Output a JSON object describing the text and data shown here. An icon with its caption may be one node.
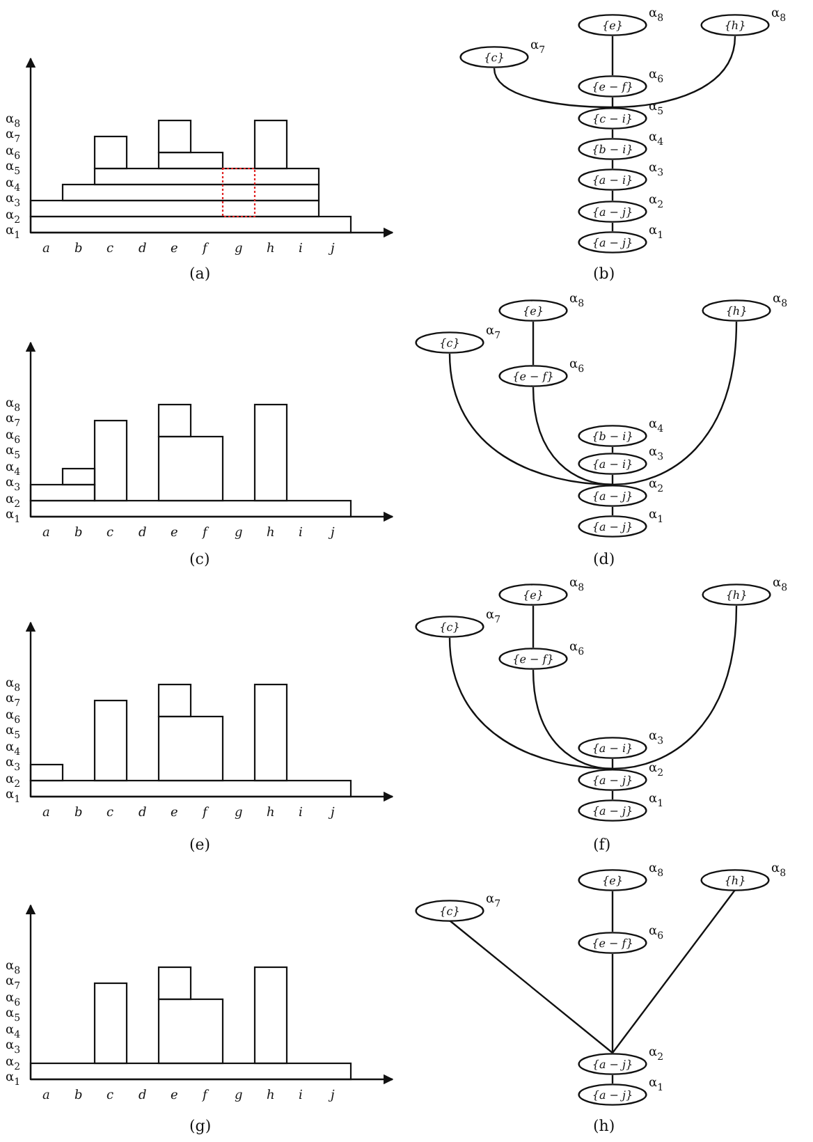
{
  "diagram": {
    "nodes": [
      {
        "text": [
          "{e}"
        ],
        "beside": [
          "α$_{8}$"
        ]
      },
      {
        "text": [
          "{h}"
        ],
        "beside": [
          "α$_{8}$"
        ]
      },
      {
        "text": [
          "{c}"
        ],
        "beside": [
          "α$_{7}$"
        ]
      },
      {
        "text": [
          "{e − f}"
        ],
        "beside": [
          "α$_{6}$"
        ]
      },
      {
        "text": [
          "{c − i}"
        ],
        "beside": [
          "α$_{5}$"
        ]
      },
      {
        "text": [
          "{b − i}"
        ],
        "beside": [
          "α$_{4}$"
        ]
      },
      {
        "text": [
          "{a − i}"
        ],
        "beside": [
          "α$_{3}$"
        ]
      },
      {
        "text": [
          "{a − j}"
        ],
        "beside": [
          "α$_{2}$"
        ]
      },
      {
        "text": [
          "{a − j}"
        ],
        "beside": [
          "α$_{1}$"
        ]
      },
      {
        "text": [
          "{e}"
        ],
        "beside": [
          "α$_{8}$"
        ]
      },
      {
        "text": [
          "{h}"
        ],
        "beside": [
          "α$_{8}$"
        ]
      },
      {
        "text": [
          "{c}"
        ],
        "beside": [
          "α$_{7}$"
        ]
      },
      {
        "text": [
          "{e − f}"
        ],
        "beside": [
          "α$_{6}$"
        ]
      },
      {
        "text": [
          "{b − i}"
        ],
        "beside": [
          "α$_{4}$"
        ]
      },
      {
        "text": [
          "{a − i}"
        ],
        "beside": [
          "α$_{3}$"
        ]
      },
      {
        "text": [
          "{a − j}"
        ],
        "beside": [
          "α$_{2}$"
        ]
      },
      {
        "text": [
          "{a − j}"
        ],
        "beside": [
          "α$_{1}$"
        ]
      },
      {
        "text": [
          "{e}"
        ],
        "beside": [
          "α$_{8}$"
        ]
      },
      {
        "text": [
          "{h}"
        ],
        "beside": [
          "α$_{8}$"
        ]
      },
      {
        "text": [
          "{c}"
        ],
        "beside": [
          "α$_{7}$"
        ]
      },
      {
        "text": [
          "{e − f}"
        ],
        "beside": [
          "α$_{6}$"
        ]
      },
      {
        "text": [
          "{a − i}"
        ],
        "beside": [
          "α$_{3}$"
        ]
      },
      {
        "text": [
          "{a − j}"
        ],
        "beside": [
          "α$_{2}$"
        ]
      },
      {
        "text": [
          "{a − j}"
        ],
        "beside": [
          "α$_{1}$"
        ]
      },
      {
        "text": [
          "{e}"
        ],
        "beside": [
          "α$_{8}$"
        ]
      },
      {
        "text": [
          "{h}"
        ],
        "beside": [
          "α$_{8}$"
        ]
      },
      {
        "text": [
          "{c}"
        ],
        "beside": [
          "α$_{7}$"
        ]
      },
      {
        "text": [
          "{e − f}"
        ],
        "beside": [
          "α$_{6}$"
        ]
      },
      {
        "text": [
          "{a − j}"
        ],
        "beside": [
          "α$_{2}$"
        ]
      },
      {
        "text": [
          "{a − j}"
        ],
        "beside": [
          "α$_{1}$"
        ]
      }
    ],
    "edges": [
      {
        "from": 0,
        "to": 3,
        "arrow": "none"
      },
      {
        "from": 3,
        "to": 4,
        "arrow": "none"
      },
      {
        "from": 2,
        "to": 4,
        "arrow": "none"
      },
      {
        "from": 1,
        "to": 4,
        "arrow": "none"
      },
      {
        "from": 4,
        "to": 5,
        "arrow": "none"
      },
      {
        "from": 5,
        "to": 6,
        "arrow": "none"
      },
      {
        "from": 6,
        "to": 7,
        "arrow": "none"
      },
      {
        "from": 7,
        "to": 8,
        "arrow": "none"
      },
      {
        "from": 9,
        "to": 12,
        "arrow": "none"
      },
      {
        "from": 11,
        "to": 15,
        "arrow": "none"
      },
      {
        "from": 12,
        "to": 15,
        "arrow": "none"
      },
      {
        "from": 10,
        "to": 15,
        "arrow": "none"
      },
      {
        "from": 13,
        "to": 14,
        "arrow": "none"
      },
      {
        "from": 14,
        "to": 15,
        "arrow": "none"
      },
      {
        "from": 15,
        "to": 16,
        "arrow": "none"
      },
      {
        "from": 17,
        "to": 20,
        "arrow": "none"
      },
      {
        "from": 19,
        "to": 22,
        "arrow": "none"
      },
      {
        "from": 20,
        "to": 22,
        "arrow": "none"
      },
      {
        "from": 18,
        "to": 22,
        "arrow": "none"
      },
      {
        "from": 21,
        "to": 22,
        "arrow": "none"
      },
      {
        "from": 22,
        "to": 23,
        "arrow": "none"
      },
      {
        "from": 24,
        "to": 27,
        "arrow": "none"
      },
      {
        "from": 26,
        "to": 28,
        "arrow": "none"
      },
      {
        "from": 27,
        "to": 28,
        "arrow": "none"
      },
      {
        "from": 25,
        "to": 28,
        "arrow": "none"
      },
      {
        "from": 28,
        "to": 29,
        "arrow": "none"
      }
    ],
    "labels": [
      "α$_{8}$",
      "α$_{7}$",
      "α$_{6}$",
      "α$_{5}$",
      "α$_{4}$",
      "α$_{3}$",
      "α$_{2}$",
      "α$_{1}$",
      "a",
      "b",
      "c",
      "d",
      "e",
      "f",
      "g",
      "h",
      "i",
      "j",
      "(a)",
      "(b)",
      "α$_{8}$",
      "α$_{7}$",
      "α$_{6}$",
      "α$_{5}$",
      "α$_{4}$",
      "α$_{3}$",
      "α$_{2}$",
      "α$_{1}$",
      "a",
      "b",
      "c",
      "d",
      "e",
      "f",
      "g",
      "h",
      "i",
      "j",
      "(c)",
      "(d)",
      "α$_{8}$",
      "α$_{7}$",
      "α$_{6}$",
      "α$_{5}$",
      "α$_{4}$",
      "α$_{3}$",
      "α$_{2}$",
      "α$_{1}$",
      "a",
      "b",
      "c",
      "d",
      "e",
      "f",
      "g",
      "h",
      "i",
      "j",
      "(e)",
      "(f)",
      "α$_{8}$",
      "α$_{7}$",
      "α$_{6}$",
      "α$_{5}$",
      "α$_{4}$",
      "α$_{3}$",
      "α$_{2}$",
      "α$_{1}$",
      "a",
      "b",
      "c",
      "d",
      "e",
      "f",
      "g",
      "h",
      "i",
      "j",
      "(g)",
      "(h)"
    ]
  }
}
